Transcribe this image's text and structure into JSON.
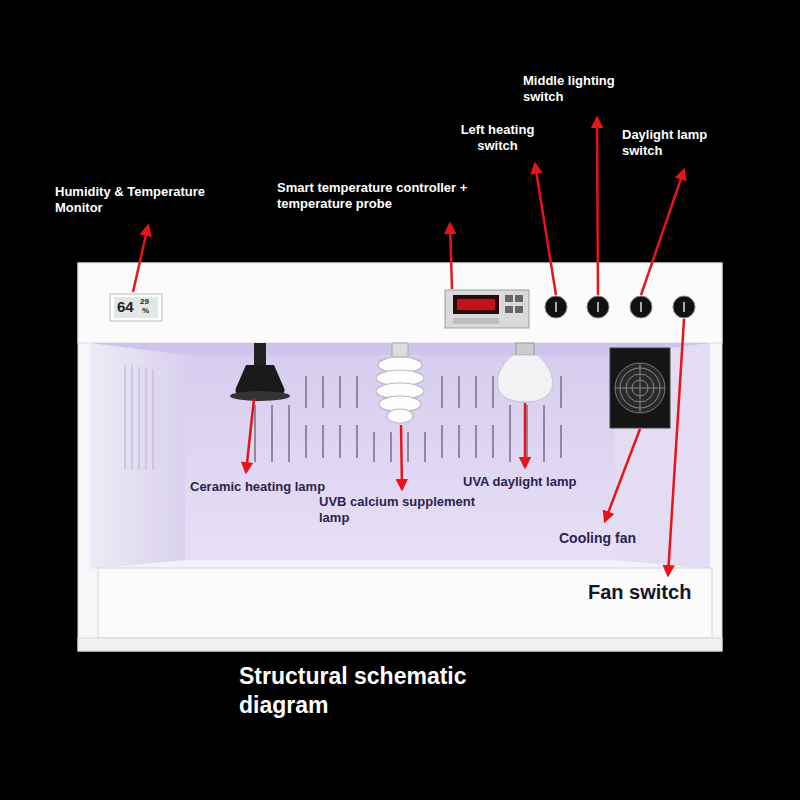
{
  "diagram": {
    "caption": "Structural schematic diagram",
    "labels": [
      "Humidity & Temperature Monitor",
      "Smart temperature controller + temperature probe",
      "Left heating switch",
      "Middle lighting switch",
      "Daylight lamp switch",
      "Ceramic heating lamp",
      "UVB calcium supplement lamp",
      "UVA daylight lamp",
      "Cooling fan",
      "Fan switch",
      "64",
      "29",
      "%"
    ]
  }
}
